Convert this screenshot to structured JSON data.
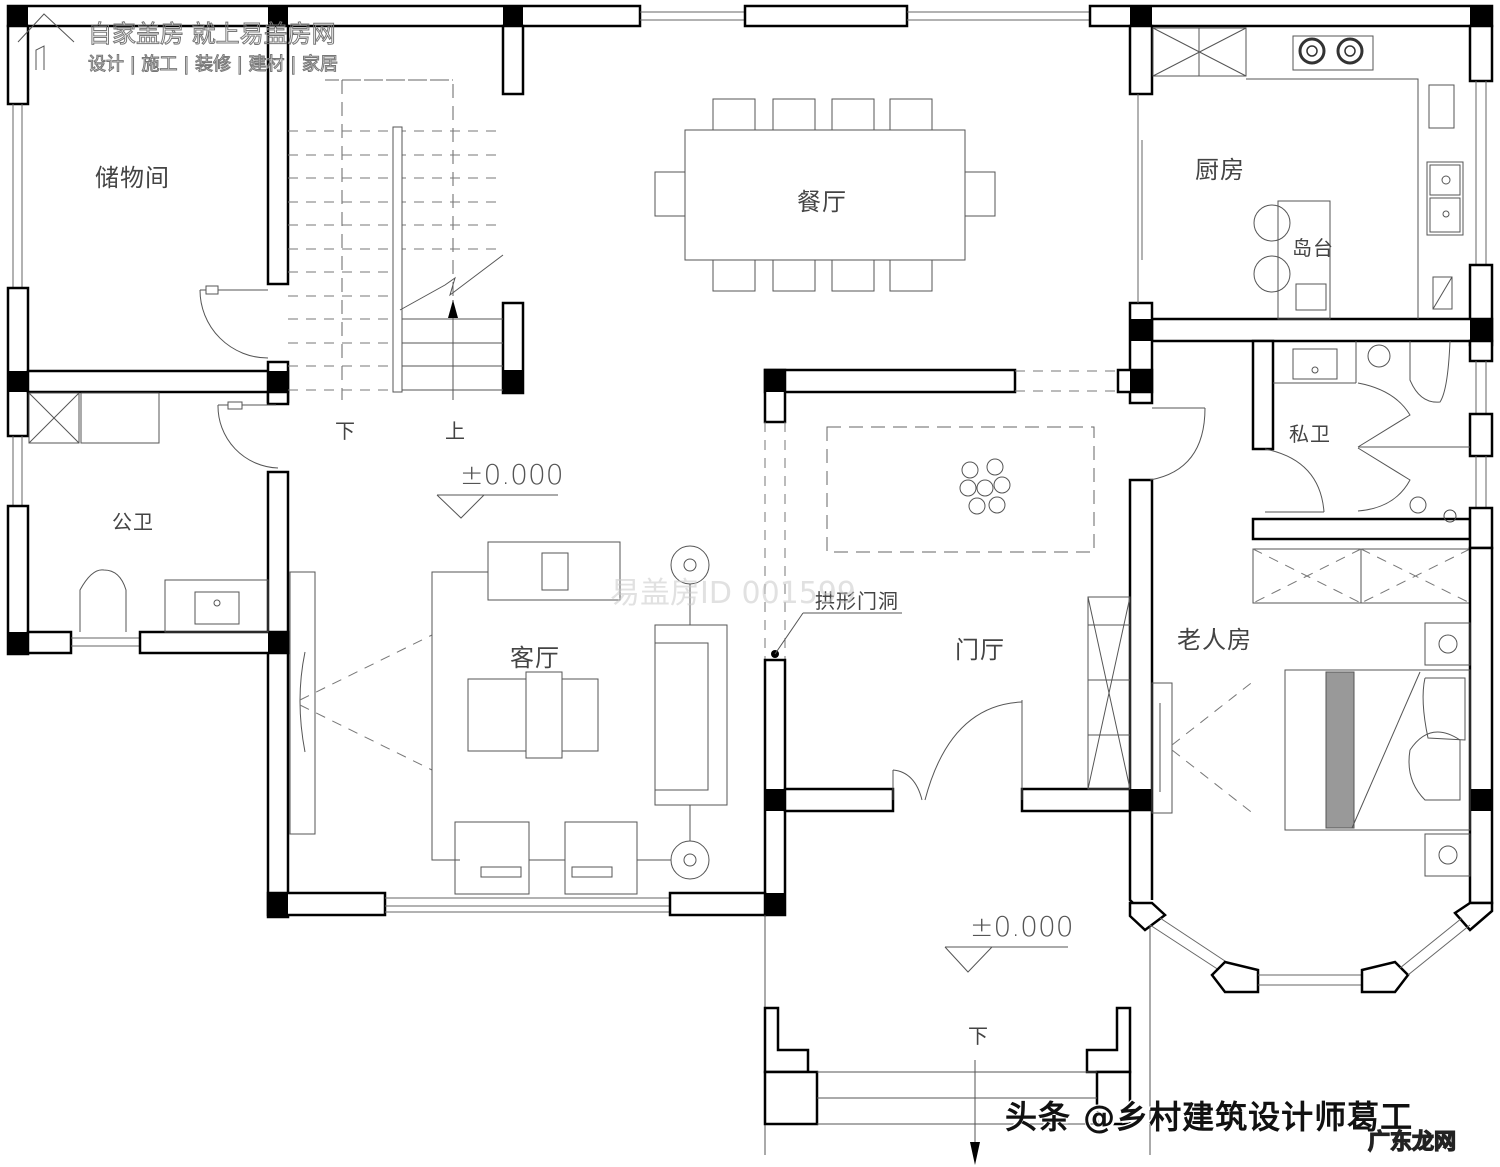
{
  "watermarks": {
    "top_line1": "自家盖房 就上易盖房网",
    "top_line2": "设计 | 施工 | 装修 | 建材 | 家居",
    "center_id": "易盖房ID 001599",
    "bottom_author": "头条 @乡村建筑设计师葛工",
    "bottom_site": "广东龙网"
  },
  "rooms": {
    "storage": "储物间",
    "dining": "餐厅",
    "kitchen": "厨房",
    "island": "岛台",
    "private_bath": "私卫",
    "public_bath": "公卫",
    "living": "客厅",
    "foyer": "门厅",
    "elder_room": "老人房"
  },
  "annotations": {
    "stair_down": "下",
    "stair_up": "上",
    "elevation_main": "±0.000",
    "elevation_porch": "±0.000",
    "porch_down": "下",
    "arch_door": "拱形门洞"
  },
  "colors": {
    "wall_outline": "#000000",
    "column_fill": "#000000",
    "furniture_line": "#555555",
    "background": "#ffffff"
  }
}
